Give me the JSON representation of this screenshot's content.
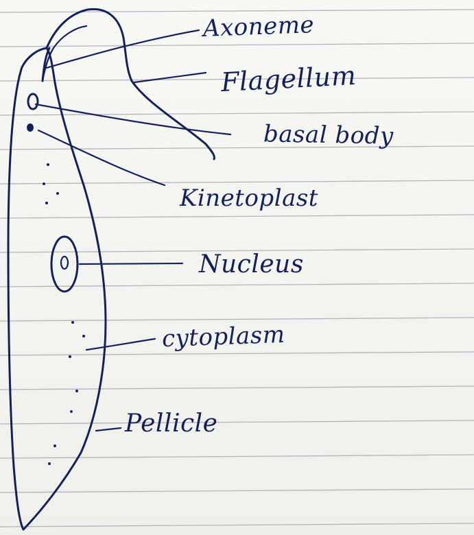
{
  "diagram": {
    "labels": {
      "axoneme": "Axoneme",
      "flagellum": "Flagellum",
      "basal_body": "basal body",
      "kinetoplast": "Kinetoplast",
      "nucleus": "Nucleus",
      "cytoplasm": "cytoplasm",
      "pellicle": "Pellicle"
    },
    "colors": {
      "ink": "#14205a",
      "paper": "#f4f4f1",
      "rule_line": "#9aa0aa"
    }
  }
}
